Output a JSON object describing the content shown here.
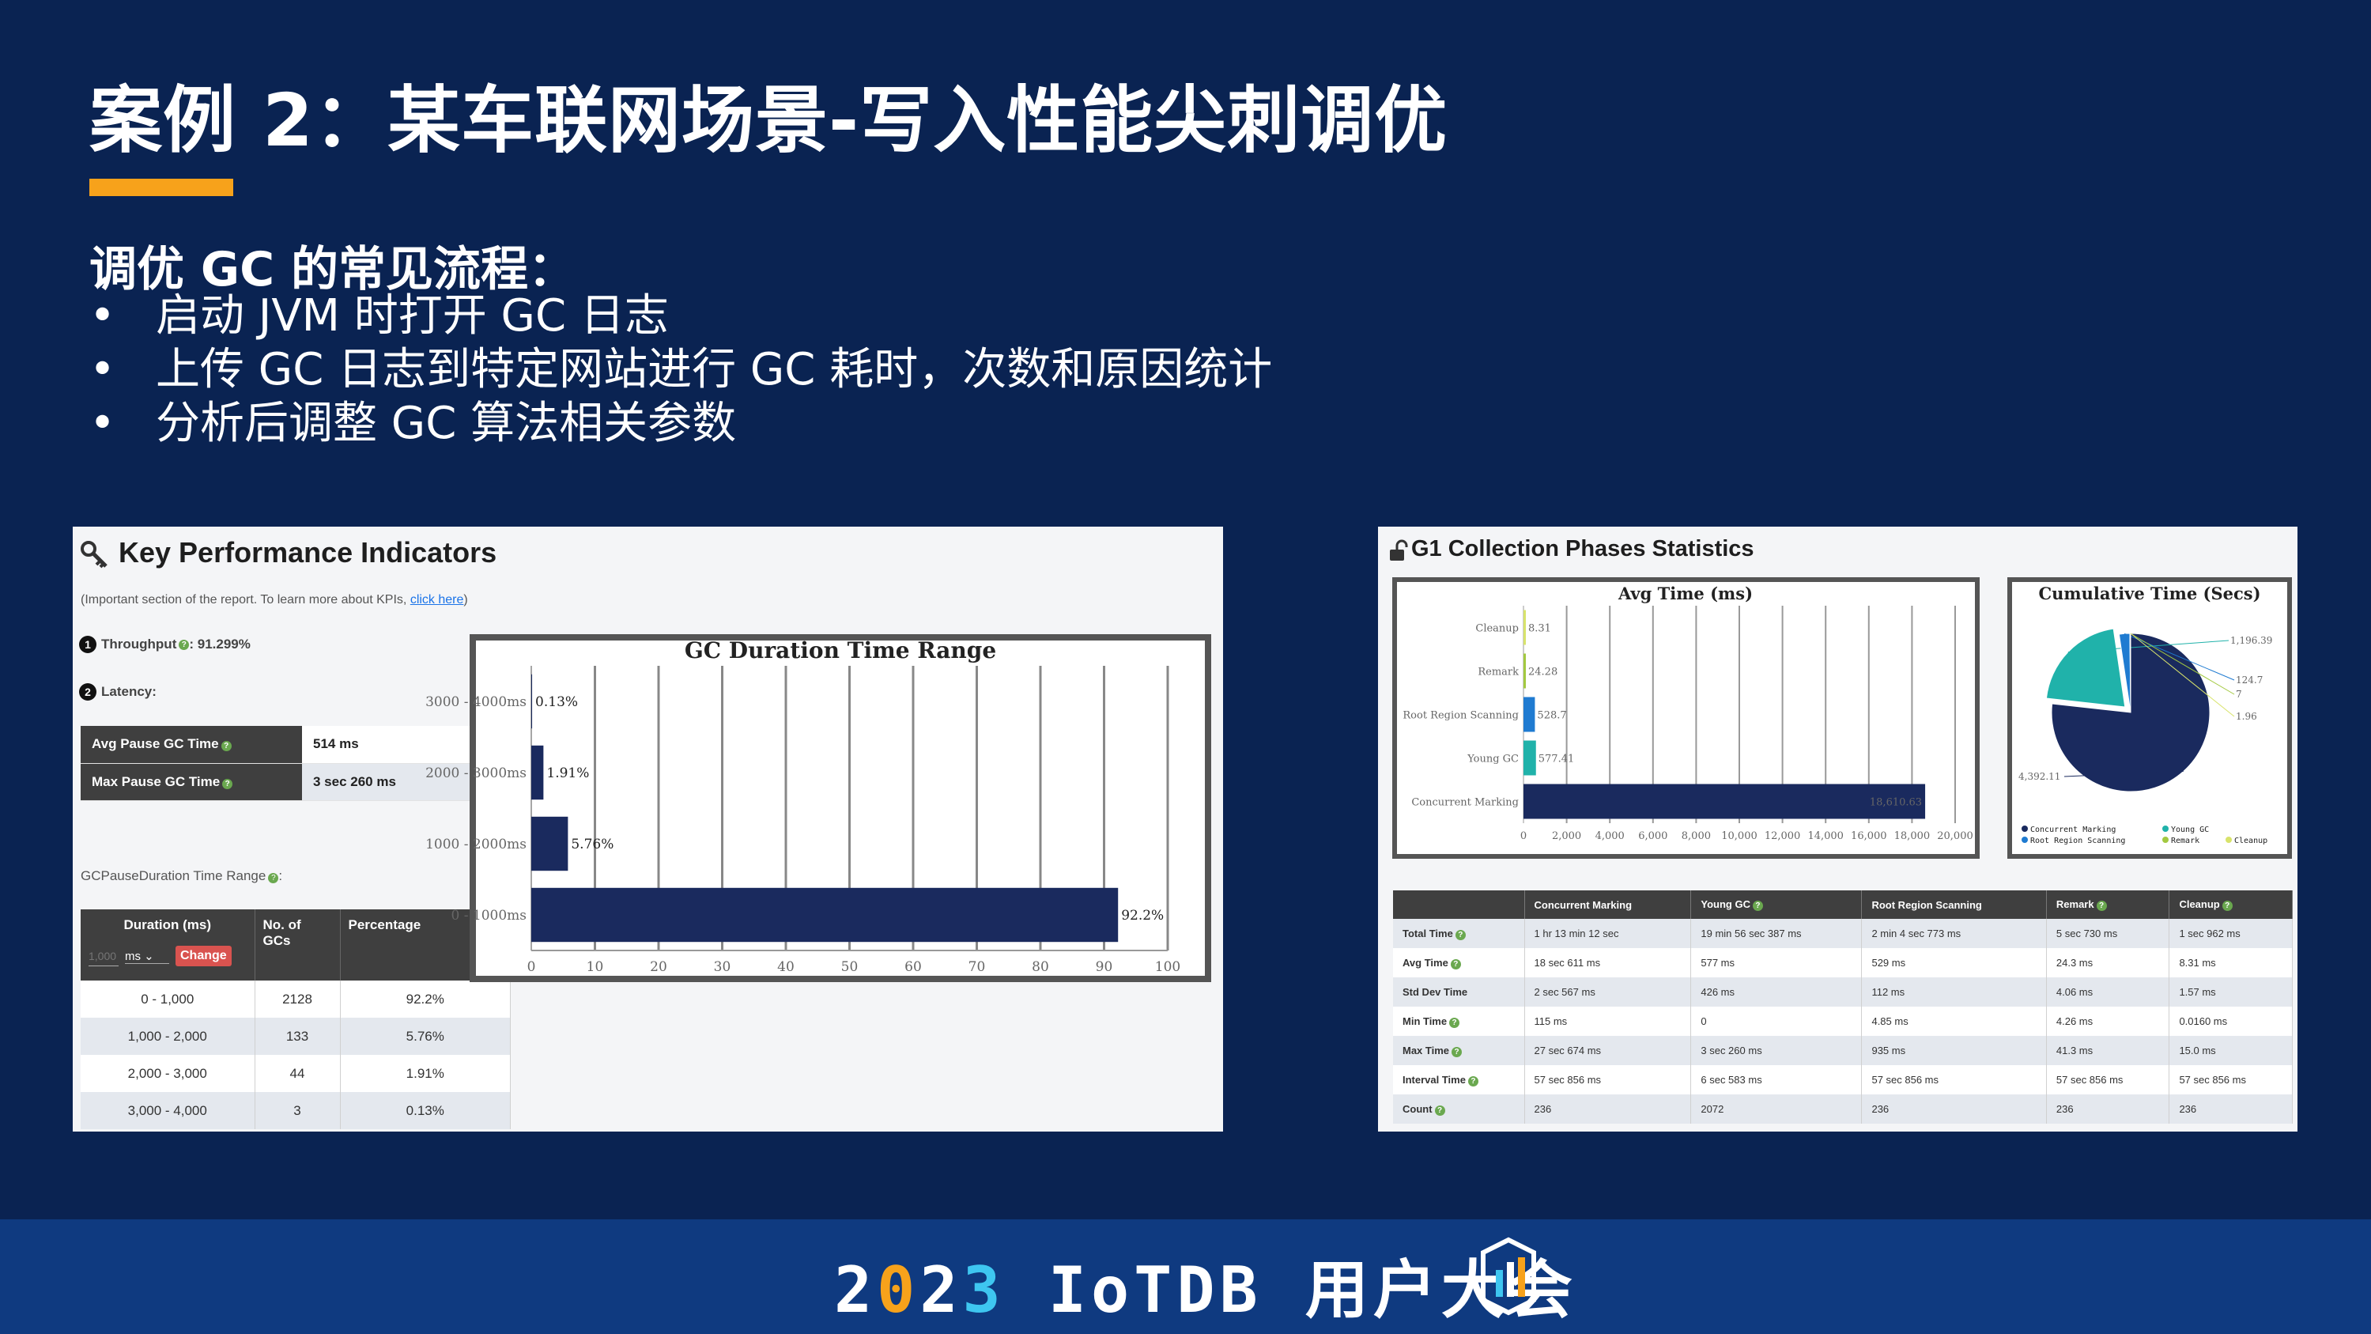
{
  "slide": {
    "title": "案例 2：某车联网场景-写入性能尖刺调优",
    "heading": "调优 GC 的常见流程：",
    "bullets": [
      "启动 JVM 时打开 GC 日志",
      "上传 GC 日志到特定网站进行 GC 耗时，次数和原因统计",
      "分析后调整 GC 算法相关参数"
    ],
    "bullet_glyph": "•"
  },
  "kpi": {
    "title": "Key Performance Indicators",
    "intro_text": "(Important section of the report. To learn more about KPIs, ",
    "intro_link": "click here",
    "intro_end": ")",
    "throughput_num": "1",
    "throughput_label": "Throughput",
    "throughput_value": " : 91.299%",
    "latency_num": "2",
    "latency_label": "Latency:",
    "pause": [
      {
        "label": "Avg Pause GC Time",
        "value": "514 ms"
      },
      {
        "label": "Max Pause GC Time",
        "value": "3 sec 260 ms"
      }
    ],
    "duration_range_label": "GCPauseDuration Time Range",
    "duration_table": {
      "headers": [
        "Duration (ms)",
        "No. of GCs",
        "Percentage"
      ],
      "input_placeholder": "1,000",
      "unit": "ms",
      "change_button": "Change",
      "rows": [
        [
          "0 - 1,000",
          "2128",
          "92.2%"
        ],
        [
          "1,000 - 2,000",
          "133",
          "5.76%"
        ],
        [
          "2,000 - 3,000",
          "44",
          "1.91%"
        ],
        [
          "3,000 - 4,000",
          "3",
          "0.13%"
        ]
      ]
    }
  },
  "g1": {
    "title": "G1 Collection Phases Statistics",
    "table": {
      "headers": [
        "",
        "Concurrent Marking",
        "Young GC",
        "Root Region Scanning",
        "Remark",
        "Cleanup"
      ],
      "rows": [
        [
          "Total Time",
          "1 hr 13 min 12 sec",
          "19 min 56 sec 387 ms",
          "2 min 4 sec 773 ms",
          "5 sec 730 ms",
          "1 sec 962 ms"
        ],
        [
          "Avg Time",
          "18 sec 611 ms",
          "577 ms",
          "529 ms",
          "24.3 ms",
          "8.31 ms"
        ],
        [
          "Std Dev Time",
          "2 sec 567 ms",
          "426 ms",
          "112 ms",
          "4.06 ms",
          "1.57 ms"
        ],
        [
          "Min Time",
          "115 ms",
          "0",
          "4.85 ms",
          "4.26 ms",
          "0.0160 ms"
        ],
        [
          "Max Time",
          "27 sec 674 ms",
          "3 sec 260 ms",
          "935 ms",
          "41.3 ms",
          "15.0 ms"
        ],
        [
          "Interval Time",
          "57 sec 856 ms",
          "6 sec 583 ms",
          "57 sec 856 ms",
          "57 sec 856 ms",
          "57 sec 856 ms"
        ],
        [
          "Count",
          "236",
          "2072",
          "236",
          "236",
          "236"
        ]
      ]
    }
  },
  "footer": {
    "year_a": "2",
    "year_b": "0",
    "year_c": "2",
    "year_d": "3",
    "brand": " IoTDB 用户大会"
  },
  "colors": {
    "background": "#0a2352",
    "accent_orange": "#f7a21b",
    "bar_navy": "#1a2a5e",
    "young_teal": "#20b2aa",
    "root_blue": "#1f7bd1",
    "remark_green": "#a3c940",
    "cleanup_yellow": "#d8e36b",
    "footer_blue": "#0f3a80"
  },
  "chart_data": [
    {
      "type": "bar",
      "orientation": "horizontal",
      "title": "GC Duration Time Range",
      "categories": [
        "0 - 1000ms",
        "1000 - 2000ms",
        "2000 - 3000ms",
        "3000 - 4000ms"
      ],
      "values": [
        92.2,
        5.76,
        1.91,
        0.13
      ],
      "value_labels": [
        "92.2%",
        "5.76%",
        "1.91%",
        "0.13%"
      ],
      "xlim": [
        0,
        100
      ],
      "xticks": [
        "0",
        "10",
        "20",
        "30",
        "40",
        "50",
        "60",
        "70",
        "80",
        "90",
        "100"
      ],
      "grid": true
    },
    {
      "type": "bar",
      "orientation": "horizontal",
      "title": "Avg Time (ms)",
      "categories": [
        "Concurrent Marking",
        "Young GC",
        "Root Region Scanning",
        "Remark",
        "Cleanup"
      ],
      "values": [
        18610.63,
        577.41,
        528.7,
        24.28,
        8.31
      ],
      "value_labels": [
        "18,610.63",
        "577.41",
        "528.7",
        "24.28",
        "8.31"
      ],
      "xlim": [
        0,
        20000
      ],
      "xticks": [
        "0",
        "2,000",
        "4,000",
        "6,000",
        "8,000",
        "10,000",
        "12,000",
        "14,000",
        "16,000",
        "18,000",
        "20,000"
      ],
      "grid": true
    },
    {
      "type": "pie",
      "title": "Cumulative Time (Secs)",
      "series": [
        {
          "name": "Concurrent Marking",
          "value": 4392.11,
          "label": "4,392.11"
        },
        {
          "name": "Young GC",
          "value": 1196.39,
          "label": "1,196.39"
        },
        {
          "name": "Root Region Scanning",
          "value": 124.7,
          "label": "124.7"
        },
        {
          "name": "Remark",
          "value": 7,
          "label": "7"
        },
        {
          "name": "Cleanup",
          "value": 1.96,
          "label": "1.96"
        }
      ],
      "legend": "bottom"
    }
  ]
}
